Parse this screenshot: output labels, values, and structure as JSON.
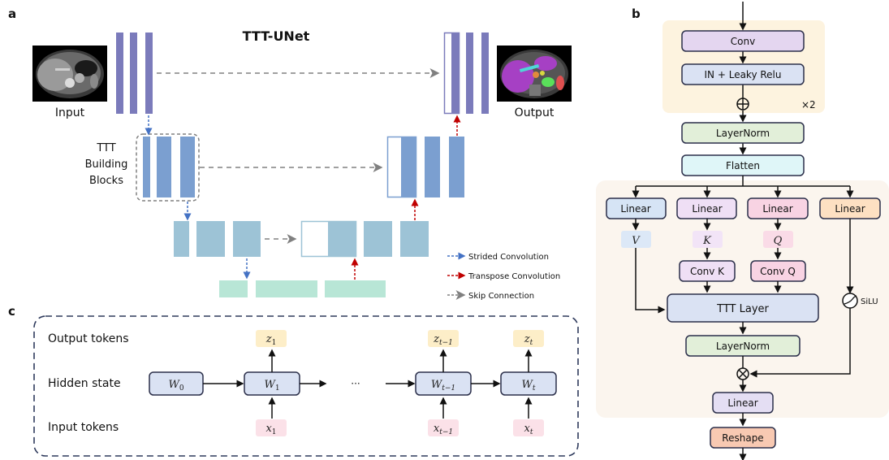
{
  "panels": {
    "a": {
      "label": "a",
      "title": "TTT-UNet",
      "input_label": "Input",
      "output_label": "Output",
      "building_block_label": [
        "TTT",
        "Building",
        "Blocks"
      ],
      "legend": [
        {
          "label": "Strided Convolution",
          "color": "#4472c4"
        },
        {
          "label": "Transpose Convolution",
          "color": "#c00000"
        },
        {
          "label": "Skip Connection",
          "color": "#808080"
        }
      ],
      "colors": {
        "level1": "#7b7bbb",
        "level2": "#7b9fd0",
        "level3": "#9dc3d6",
        "bottleneck": "#b8e6d6"
      }
    },
    "b": {
      "label": "b",
      "repeat_label": "×2",
      "blocks": {
        "conv": "Conv",
        "in_leaky": "IN + Leaky Relu",
        "layernorm1": "LayerNorm",
        "flatten": "Flatten",
        "linear_v": "Linear",
        "linear_k": "Linear",
        "linear_q": "Linear",
        "linear_gate": "Linear",
        "v": "V",
        "k": "K",
        "q": "Q",
        "conv_k": "Conv K",
        "conv_q": "Conv Q",
        "ttt_layer": "TTT Layer",
        "silu": "SiLU",
        "layernorm2": "LayerNorm",
        "linear_out": "Linear",
        "reshape": "Reshape"
      }
    },
    "c": {
      "label": "c",
      "row_labels": [
        "Output tokens",
        "Hidden state",
        "Input tokens"
      ],
      "ellipsis": "···",
      "hidden": [
        "W",
        "W",
        "W",
        "W"
      ],
      "hidden_sub": [
        "0",
        "1",
        "t−1",
        "t"
      ],
      "outputs": [
        "z",
        "z",
        "z"
      ],
      "output_sub": [
        "1",
        "t−1",
        "t"
      ],
      "inputs": [
        "x",
        "x",
        "x"
      ],
      "input_sub": [
        "1",
        "t−1",
        "t"
      ]
    }
  }
}
